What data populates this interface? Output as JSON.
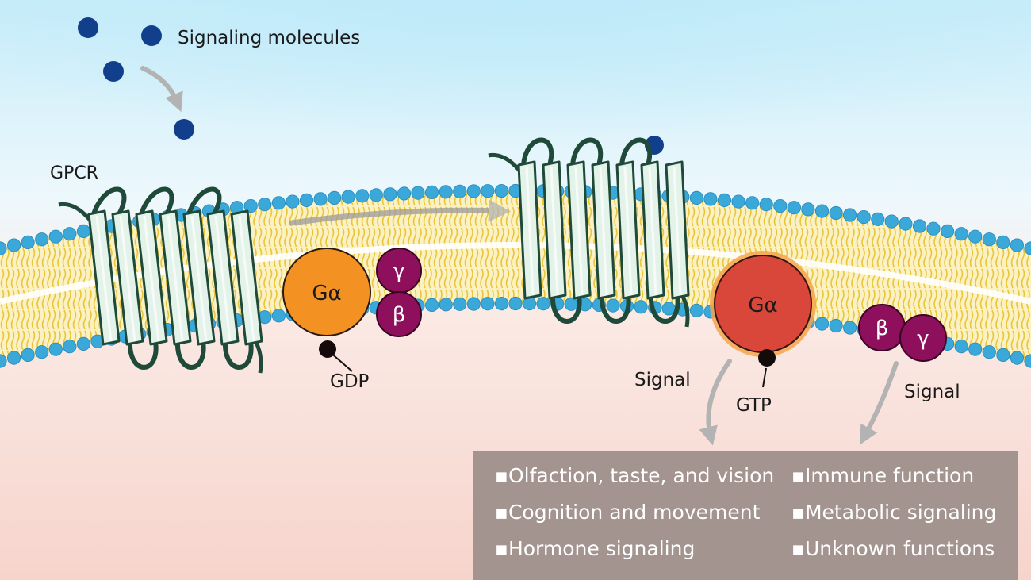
{
  "labels": {
    "signaling_molecules": "Signaling molecules",
    "gpcr": "GPCR",
    "gdp": "GDP",
    "gtp": "GTP",
    "signal_left": "Signal",
    "signal_right": "Signal"
  },
  "subunits": {
    "alpha": "Gα",
    "beta": "β",
    "gamma": "γ"
  },
  "functions": {
    "left": [
      "▪Olfaction, taste, and vision",
      "▪Cognition and movement",
      "▪Hormone signaling"
    ],
    "right": [
      "▪Immune function",
      "▪Metabolic signaling",
      "▪Unknown functions"
    ]
  },
  "colors": {
    "molecule": "#123f8c",
    "membrane_head": "#3aa8d8",
    "membrane_tail": "#f2d64b",
    "helix_fill": "#e4f3ea",
    "helix_stroke": "#1f4a3a",
    "g_alpha_inactive": "#f39222",
    "g_alpha_active": "#d9473a",
    "beta_gamma": "#8e0f5c",
    "panel": "#a3948f"
  }
}
